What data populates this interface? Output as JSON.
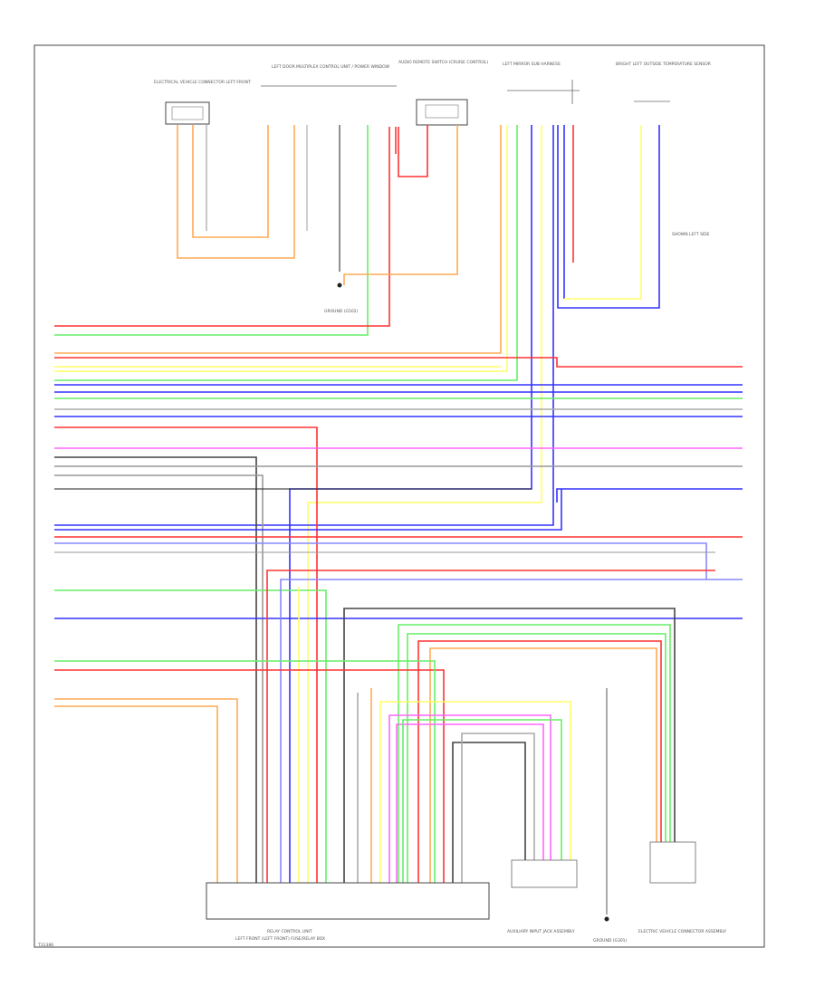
{
  "diagram": {
    "footer_code": "T31386",
    "connectors": {
      "sensor_left_title": "ELECTRICAL VEHICLE CONNECTOR LEFT-FRONT",
      "left_door_title": "LEFT DOOR MULTIPLEX CONTROL UNIT / POWER WINDOW",
      "center_switch_title": "AUDIO REMOTE SWITCH (CRUISE CONTROL)",
      "left_mirror_title": "LEFT MIRROR SUB HARNESS",
      "bright_left_title": "BRIGHT LEFT OUTSIDE TEMPERATURE SENSOR",
      "ground_title": "GROUND (G502)",
      "note_title": "SHOWN LEFT SIDE",
      "relay_box_title": "RELAY CONTROL UNIT",
      "relay_box_sub": "LEFT FRONT (LEFT FRONT) FUSE/RELAY BOX",
      "auxiliary_title": "AUXILIARY INPUT JACK ASSEMBLY",
      "ground_bottom_title": "GROUND (G301)",
      "electric_vehicle_title": "ELECTRIC VEHICLE CONNECTOR ASSEMBLY"
    },
    "colors": {
      "red": "#ff3333",
      "green": "#66ee66",
      "yellow": "#ffff66",
      "blue": "#3333ff",
      "orange": "#ffaa55",
      "pink": "#ff66ff",
      "gray": "#999999",
      "black": "#222222",
      "lightblue": "#8888ff"
    }
  }
}
